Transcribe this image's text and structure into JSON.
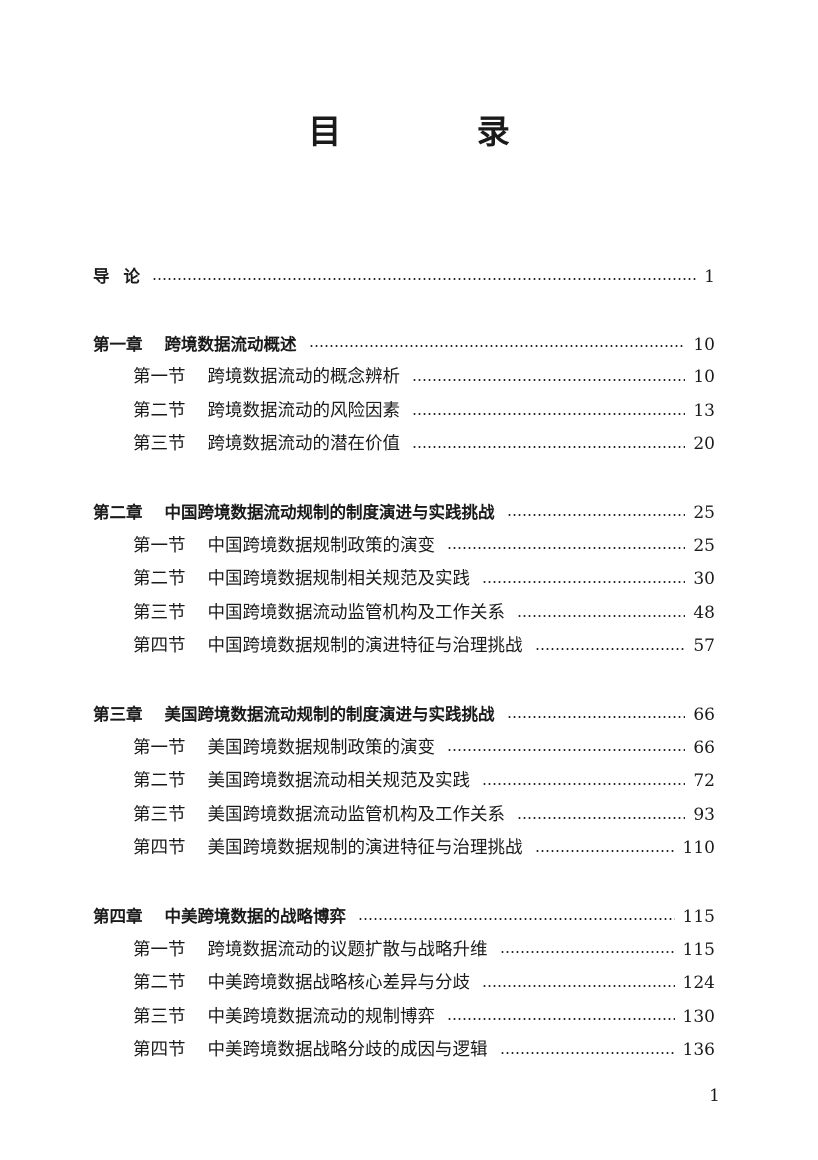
{
  "title": "目 录",
  "intro": {
    "label": "导",
    "title": "论",
    "page": "1"
  },
  "chapters": [
    {
      "label": "第一章",
      "title": "跨境数据流动概述",
      "page": "10",
      "sections": [
        {
          "label": "第一节",
          "title": "跨境数据流动的概念辨析",
          "page": "10"
        },
        {
          "label": "第二节",
          "title": "跨境数据流动的风险因素",
          "page": "13"
        },
        {
          "label": "第三节",
          "title": "跨境数据流动的潜在价值",
          "page": "20"
        }
      ]
    },
    {
      "label": "第二章",
      "title": "中国跨境数据流动规制的制度演进与实践挑战",
      "page": "25",
      "sections": [
        {
          "label": "第一节",
          "title": "中国跨境数据规制政策的演变",
          "page": "25"
        },
        {
          "label": "第二节",
          "title": "中国跨境数据规制相关规范及实践",
          "page": "30"
        },
        {
          "label": "第三节",
          "title": "中国跨境数据流动监管机构及工作关系",
          "page": "48"
        },
        {
          "label": "第四节",
          "title": "中国跨境数据规制的演进特征与治理挑战",
          "page": "57"
        }
      ]
    },
    {
      "label": "第三章",
      "title": "美国跨境数据流动规制的制度演进与实践挑战",
      "page": "66",
      "sections": [
        {
          "label": "第一节",
          "title": "美国跨境数据规制政策的演变",
          "page": "66"
        },
        {
          "label": "第二节",
          "title": "美国跨境数据流动相关规范及实践",
          "page": "72"
        },
        {
          "label": "第三节",
          "title": "美国跨境数据流动监管机构及工作关系",
          "page": "93"
        },
        {
          "label": "第四节",
          "title": "美国跨境数据规制的演进特征与治理挑战",
          "page": "110"
        }
      ]
    },
    {
      "label": "第四章",
      "title": "中美跨境数据的战略博弈",
      "page": "115",
      "sections": [
        {
          "label": "第一节",
          "title": "跨境数据流动的议题扩散与战略升维",
          "page": "115"
        },
        {
          "label": "第二节",
          "title": "中美跨境数据战略核心差异与分歧",
          "page": "124"
        },
        {
          "label": "第三节",
          "title": "中美跨境数据流动的规制博弈",
          "page": "130"
        },
        {
          "label": "第四节",
          "title": "中美跨境数据战略分歧的成因与逻辑",
          "page": "136"
        }
      ]
    }
  ],
  "folio": "1"
}
